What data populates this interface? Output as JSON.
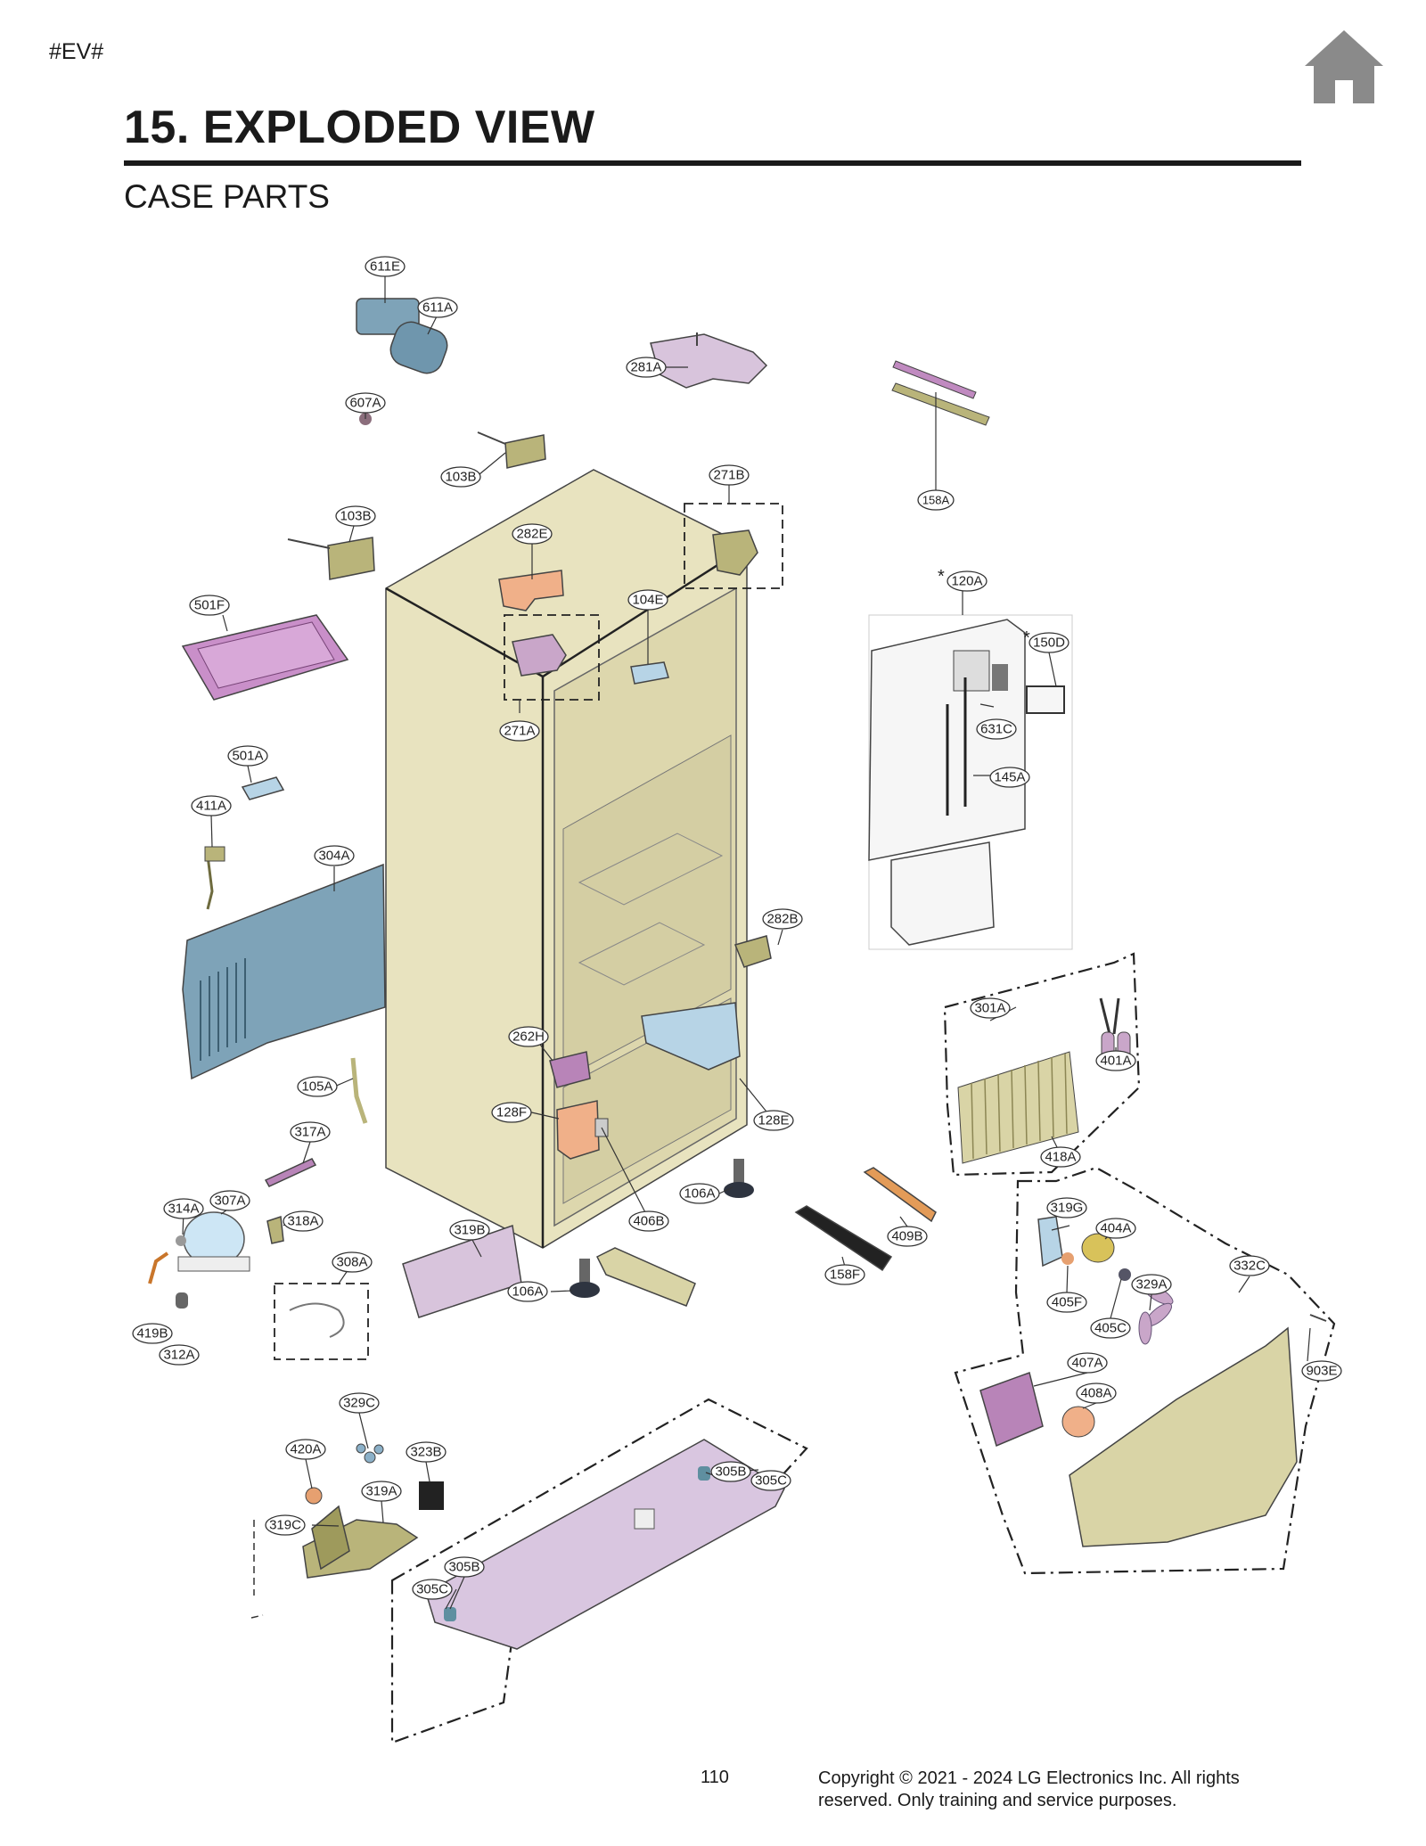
{
  "header": {
    "tag": "#EV#",
    "title": "15. EXPLODED VIEW",
    "subtitle": "CASE PARTS",
    "home_icon": "home-icon"
  },
  "callouts": {
    "c611E": "611E",
    "c611A": "611A",
    "c607A": "607A",
    "c281A": "281A",
    "c158A": "158A",
    "c103B_1": "103B",
    "c103B_2": "103B",
    "c271B": "271B",
    "c282E": "282E",
    "c501F": "501F",
    "c104E": "104E",
    "c120A": "120A",
    "c150D": "150D",
    "c271A": "271A",
    "c631C": "631C",
    "c501A": "501A",
    "c145A": "145A",
    "c411A": "411A",
    "c304A": "304A",
    "c282B": "282B",
    "c301A": "301A",
    "c262H": "262H",
    "c401A": "401A",
    "c105A": "105A",
    "c128F": "128F",
    "c128E": "128E",
    "c317A": "317A",
    "c418A": "418A",
    "c106A_1": "106A",
    "c314A": "314A",
    "c307A": "307A",
    "c318A": "318A",
    "c406B": "406B",
    "c319B": "319B",
    "c409B": "409B",
    "c319G": "319G",
    "c404A": "404A",
    "c308A": "308A",
    "c158F": "158F",
    "c332C": "332C",
    "c106A_2": "106A",
    "c329A": "329A",
    "c405F": "405F",
    "c419B": "419B",
    "c405C": "405C",
    "c312A": "312A",
    "c407A": "407A",
    "c903E": "903E",
    "c408A": "408A",
    "c329C": "329C",
    "c420A": "420A",
    "c323B": "323B",
    "c305B_1": "305B",
    "c305C_1": "305C",
    "c319A": "319A",
    "c319C": "319C",
    "c305B_2": "305B",
    "c305C_2": "305C"
  },
  "notes": {
    "asterisk_120A": "*",
    "asterisk_150D": "*"
  },
  "footer": {
    "page_number": "110",
    "copyright": "Copyright © 2021 - 2024 LG Electronics Inc. All rights reserved. Only training and service purposes."
  },
  "colors": {
    "cabinet": "#e8e3bf",
    "blue_part": "#7ea3b8",
    "purple_part": "#c9a6c9",
    "olive_part": "#b9b47a",
    "orange_part": "#f0b089",
    "white_part": "#f4f4f4",
    "icon_gray": "#8a8a8a"
  }
}
